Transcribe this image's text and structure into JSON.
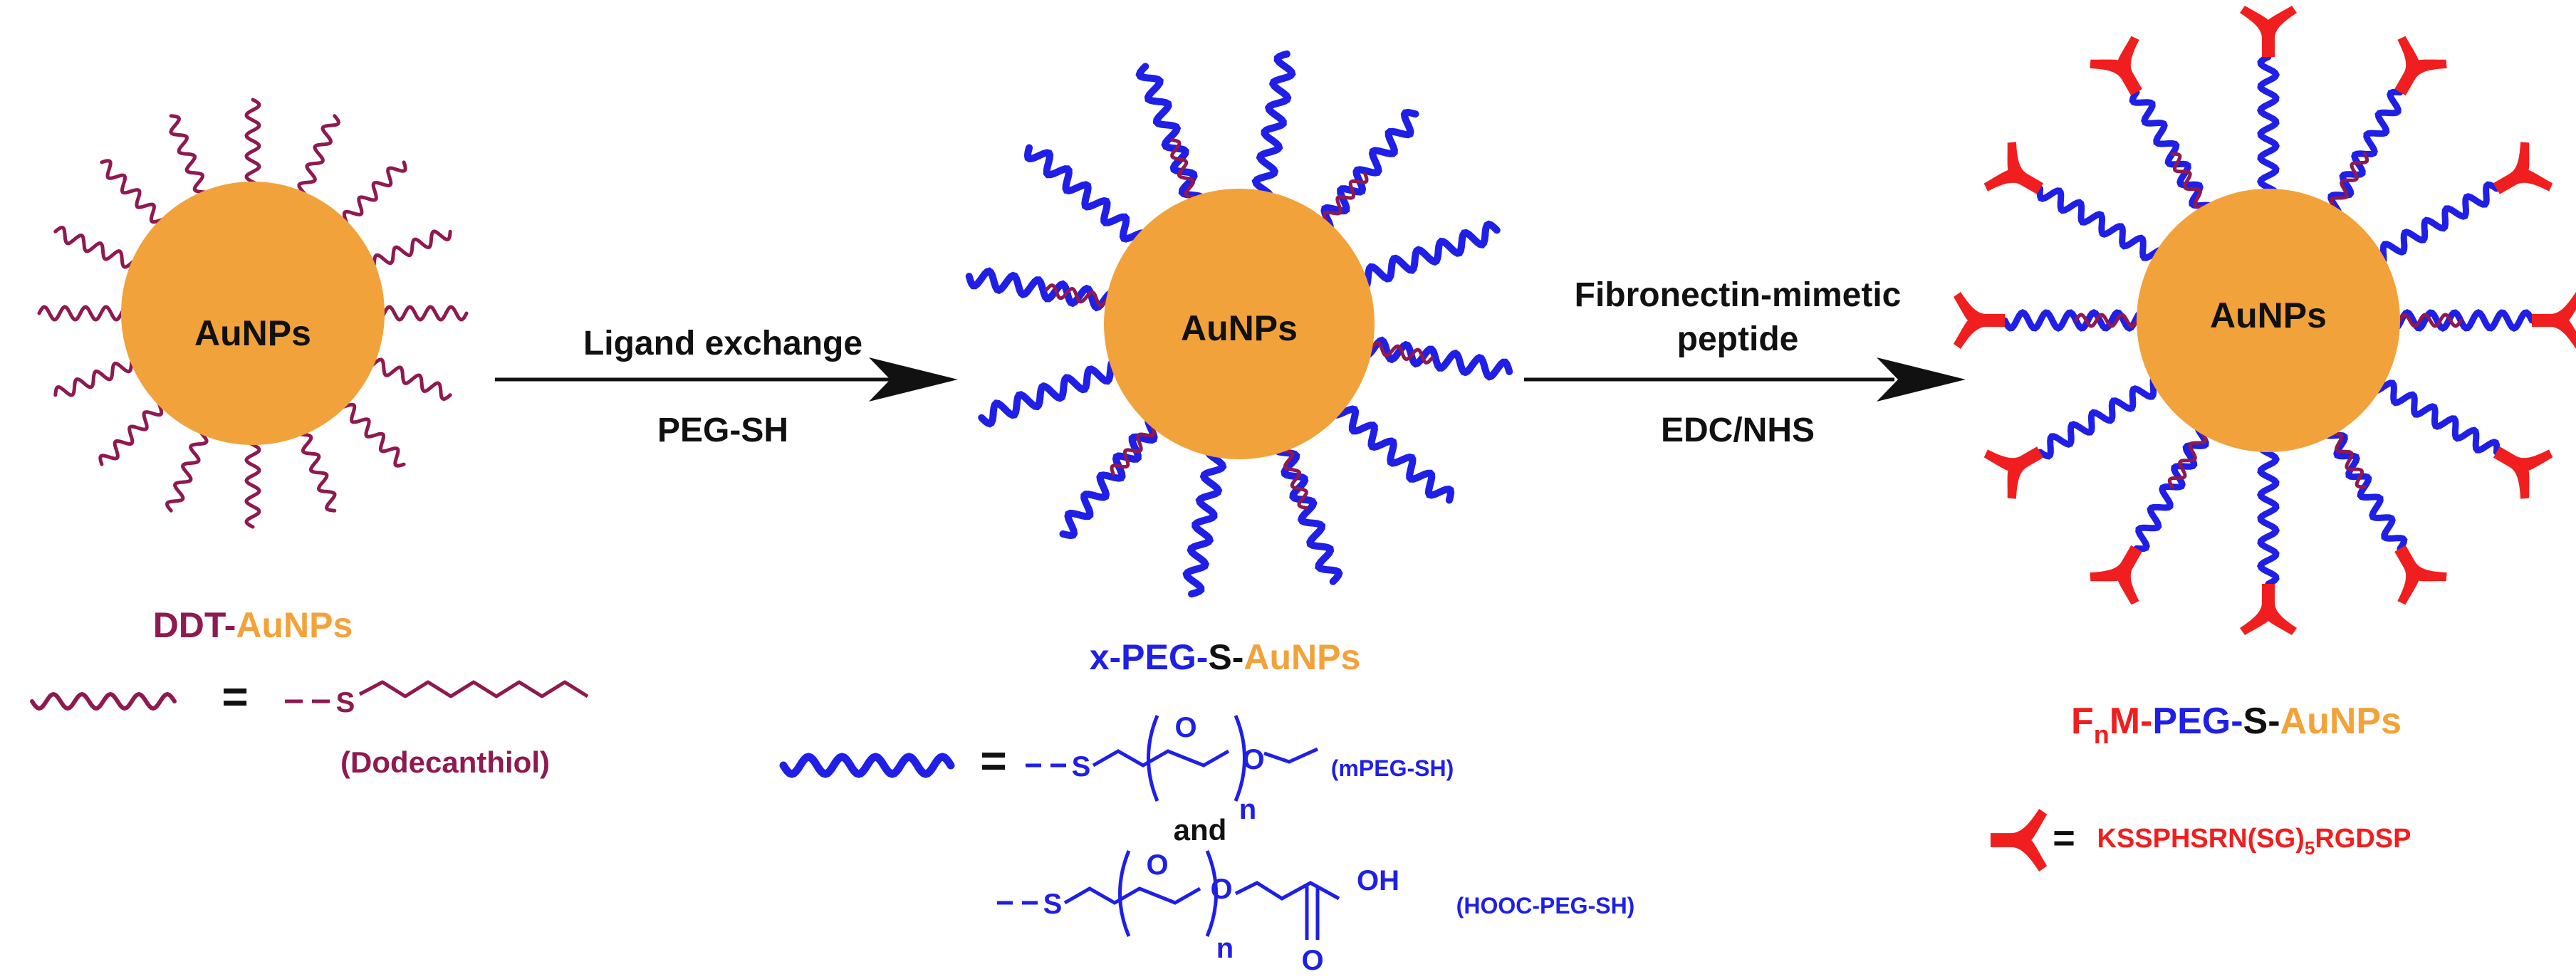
{
  "colors": {
    "gold": "#F2A23A",
    "maroon": "#8E1A4F",
    "blue": "#1F1FE6",
    "red": "#F01E1E",
    "black": "#111111"
  },
  "particles": [
    {
      "core_label": "AuNPs",
      "caption_parts": [
        "DDT-",
        "AuNPs"
      ]
    },
    {
      "core_label": "AuNPs",
      "caption_parts": [
        "x-PEG-",
        "S-",
        "AuNPs"
      ]
    },
    {
      "core_label": "AuNPs",
      "caption_parts": [
        "F",
        "n",
        "M-",
        "PEG-",
        "S-",
        "AuNPs"
      ]
    }
  ],
  "steps": [
    {
      "above": [
        "Ligand exchange"
      ],
      "below": "PEG-SH"
    },
    {
      "above": [
        "Fibronectin-mimetic",
        "peptide"
      ],
      "below": "EDC/NHS"
    }
  ],
  "legend": {
    "equals": "=",
    "ddt_name": "(Dodecanthiol)",
    "mpeg_name": "(mPEG-SH)",
    "hooc_name": "(HOOC-PEG-SH)",
    "and": "and",
    "atom_s": "S",
    "atom_o": "O",
    "atom_oh": "OH",
    "repeat_n": "n",
    "peptide_parts": [
      "KSSPHSRN(SG)",
      "5",
      "RGDSP"
    ]
  }
}
